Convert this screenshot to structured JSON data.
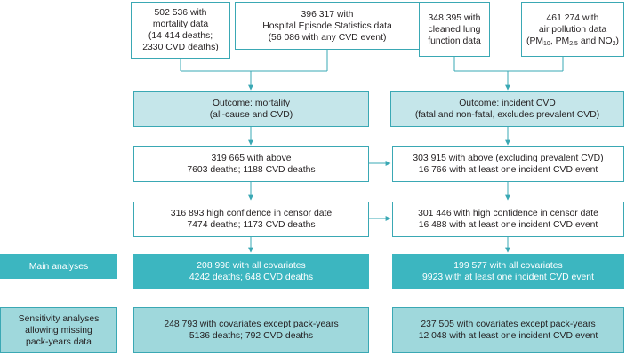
{
  "sources": [
    {
      "lines": [
        "502 536 with",
        "mortality data",
        "(14 414 deaths;",
        "2330 CVD deaths)"
      ]
    },
    {
      "lines": [
        "396 317 with",
        "Hospital Episode Statistics data",
        "(56 086 with any CVD event)"
      ]
    },
    {
      "lines": [
        "348 395 with",
        "cleaned lung",
        "function data"
      ]
    },
    {
      "lines": [
        "461 274 with",
        "air pollution data",
        "(PM10, PM2.5 and NO2)"
      ]
    }
  ],
  "pollutants": {
    "prefix": "(PM",
    "pm10_sub": "10",
    "sep1": ", PM",
    "pm25_sub": "2.5",
    "sep2": " and NO",
    "no2_sub": "2",
    "suffix": ")"
  },
  "outcomes": {
    "mortality": {
      "lines": [
        "Outcome: mortality",
        "(all-cause and CVD)"
      ]
    },
    "cvd": {
      "lines": [
        "Outcome: incident CVD",
        "(fatal and non-fatal, excludes prevalent CVD)"
      ]
    }
  },
  "left_steps": [
    {
      "lines": [
        "319 665 with above",
        "7603 deaths; 1188 CVD deaths"
      ]
    },
    {
      "lines": [
        "316 893 high confidence in censor date",
        "7474 deaths; 1173 CVD deaths"
      ]
    },
    {
      "lines": [
        "208 998 with all covariates",
        "4242 deaths; 648 CVD deaths"
      ]
    },
    {
      "lines": [
        "248 793 with covariates except pack-years",
        "5136 deaths; 792 CVD deaths"
      ]
    }
  ],
  "right_steps": [
    {
      "lines": [
        "303 915 with above (excluding prevalent CVD)",
        "16 766 with at least one incident CVD event"
      ]
    },
    {
      "lines": [
        "301 446 with high confidence in censor date",
        "16 488 with at least one incident CVD event"
      ]
    },
    {
      "lines": [
        "199 577 with all covariates",
        "9923 with at least one incident CVD event"
      ]
    },
    {
      "lines": [
        "237 505 with covariates except pack-years",
        "12 048 with at least one incident CVD event"
      ]
    }
  ],
  "side_labels": {
    "main": {
      "lines": [
        "Main analyses"
      ]
    },
    "sensitivity": {
      "lines": [
        "Sensitivity analyses",
        "allowing missing",
        "pack-years data"
      ]
    }
  },
  "colors": {
    "line": "#3aa8b4",
    "light_fill": "#c5e6ea",
    "teal_fill": "#3cb6c0",
    "pale_fill": "#9fd8dc"
  }
}
